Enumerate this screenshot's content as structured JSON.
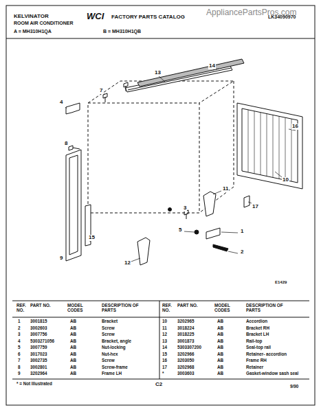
{
  "diagram": {
    "labels": [
      "AppliancePartsPros.com",
      "KELVINATOR",
      "ROOM AIR CONDITIONER",
      "WCI",
      "FACTORY PARTS CATALOG",
      "LK34090970",
      "A = MH310H1QA",
      "B = MH310H1QB",
      "13",
      "14",
      "7",
      "4",
      "8",
      "16",
      "10",
      "17",
      "11",
      "3",
      "5",
      "1",
      "2",
      "12",
      "15",
      "9",
      "E1429",
      "REF. NO.",
      "PART NO.",
      "MODEL CODES",
      "DESCRIPTION OF PARTS",
      "REF. NO.",
      "PART NO.",
      "MODEL CODES",
      "DESCRIPTION OF PARTS",
      "1",
      "3001815",
      "AB",
      "Bracket",
      "2",
      "3002603",
      "AB",
      "Screw",
      "3",
      "3007756",
      "AB",
      "Screw",
      "4",
      "5303271056",
      "AB",
      "Bracket, angle",
      "5",
      "3007759",
      "AB",
      "Nut-locking",
      "6",
      "3017023",
      "AB",
      "Nut-hex",
      "7",
      "3002735",
      "AB",
      "Screw",
      "8",
      "3002801",
      "AB",
      "Screw-frame",
      "9",
      "3202964",
      "AB",
      "Frame LH",
      "10",
      "3202965",
      "AB",
      "Accordion",
      "11",
      "3018224",
      "AB",
      "Bracket RH",
      "12",
      "3018225",
      "AB",
      "Bracket LH",
      "13",
      "3001873",
      "AB",
      "Rail-top",
      "14",
      "5303307200",
      "AB",
      "Seal-top rail",
      "15",
      "3202966",
      "AB",
      "Retainer- accordion",
      "16",
      "3203050",
      "AB",
      "Frame RH",
      "17",
      "3202968",
      "AB",
      "Retainer",
      "*",
      "3003603",
      "AB",
      "Gasket-window sash seal",
      "* = Not Illustrated",
      "C2",
      "9/90"
    ]
  }
}
